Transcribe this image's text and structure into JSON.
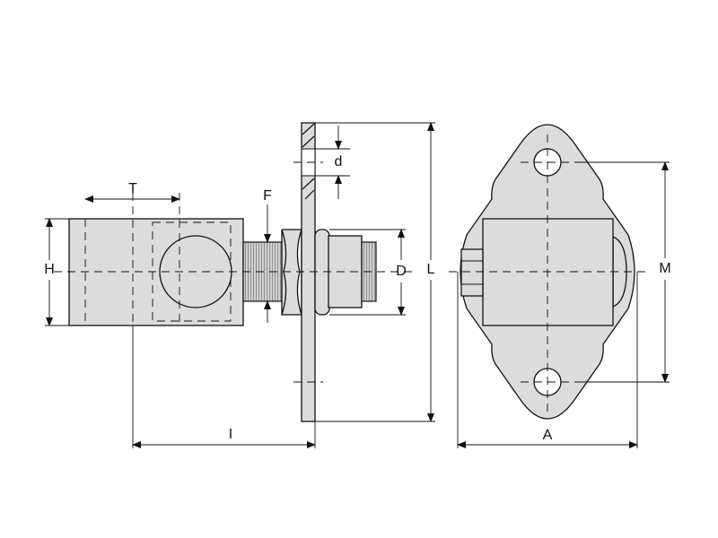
{
  "labels": {
    "T": "T",
    "F": "F",
    "d": "d",
    "H": "H",
    "D": "D",
    "L": "L",
    "M": "M",
    "I": "I",
    "A": "A"
  }
}
